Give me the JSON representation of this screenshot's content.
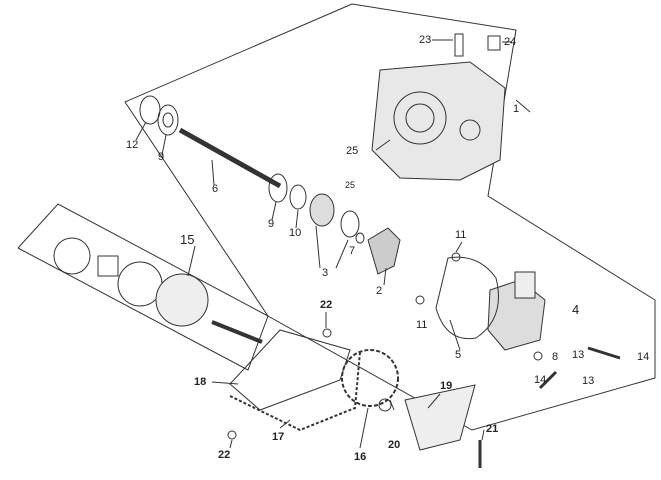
{
  "callouts": [
    {
      "id": "c1",
      "text": "1"
    },
    {
      "id": "c23",
      "text": "23"
    },
    {
      "id": "c24",
      "text": "24"
    },
    {
      "id": "c25a",
      "text": "25"
    },
    {
      "id": "c25b",
      "text": "25"
    },
    {
      "id": "c12",
      "text": "12"
    },
    {
      "id": "c9a",
      "text": "9"
    },
    {
      "id": "c6",
      "text": "6"
    },
    {
      "id": "c9b",
      "text": "9"
    },
    {
      "id": "c10",
      "text": "10"
    },
    {
      "id": "c3",
      "text": "3"
    },
    {
      "id": "c7",
      "text": "7"
    },
    {
      "id": "c2",
      "text": "2"
    },
    {
      "id": "c11a",
      "text": "11"
    },
    {
      "id": "c11b",
      "text": "11"
    },
    {
      "id": "c4",
      "text": "4"
    },
    {
      "id": "c5",
      "text": "5"
    },
    {
      "id": "c15",
      "text": "15"
    },
    {
      "id": "c22a",
      "text": "22"
    },
    {
      "id": "c8",
      "text": "8"
    },
    {
      "id": "c13a",
      "text": "13"
    },
    {
      "id": "c14a",
      "text": "14"
    },
    {
      "id": "c14b",
      "text": "14"
    },
    {
      "id": "c13b",
      "text": "13"
    },
    {
      "id": "c18",
      "text": "18"
    },
    {
      "id": "c17",
      "text": "17"
    },
    {
      "id": "c16",
      "text": "16"
    },
    {
      "id": "c20",
      "text": "20"
    },
    {
      "id": "c19",
      "text": "19"
    },
    {
      "id": "c21",
      "text": "21"
    },
    {
      "id": "c22b",
      "text": "22"
    }
  ]
}
